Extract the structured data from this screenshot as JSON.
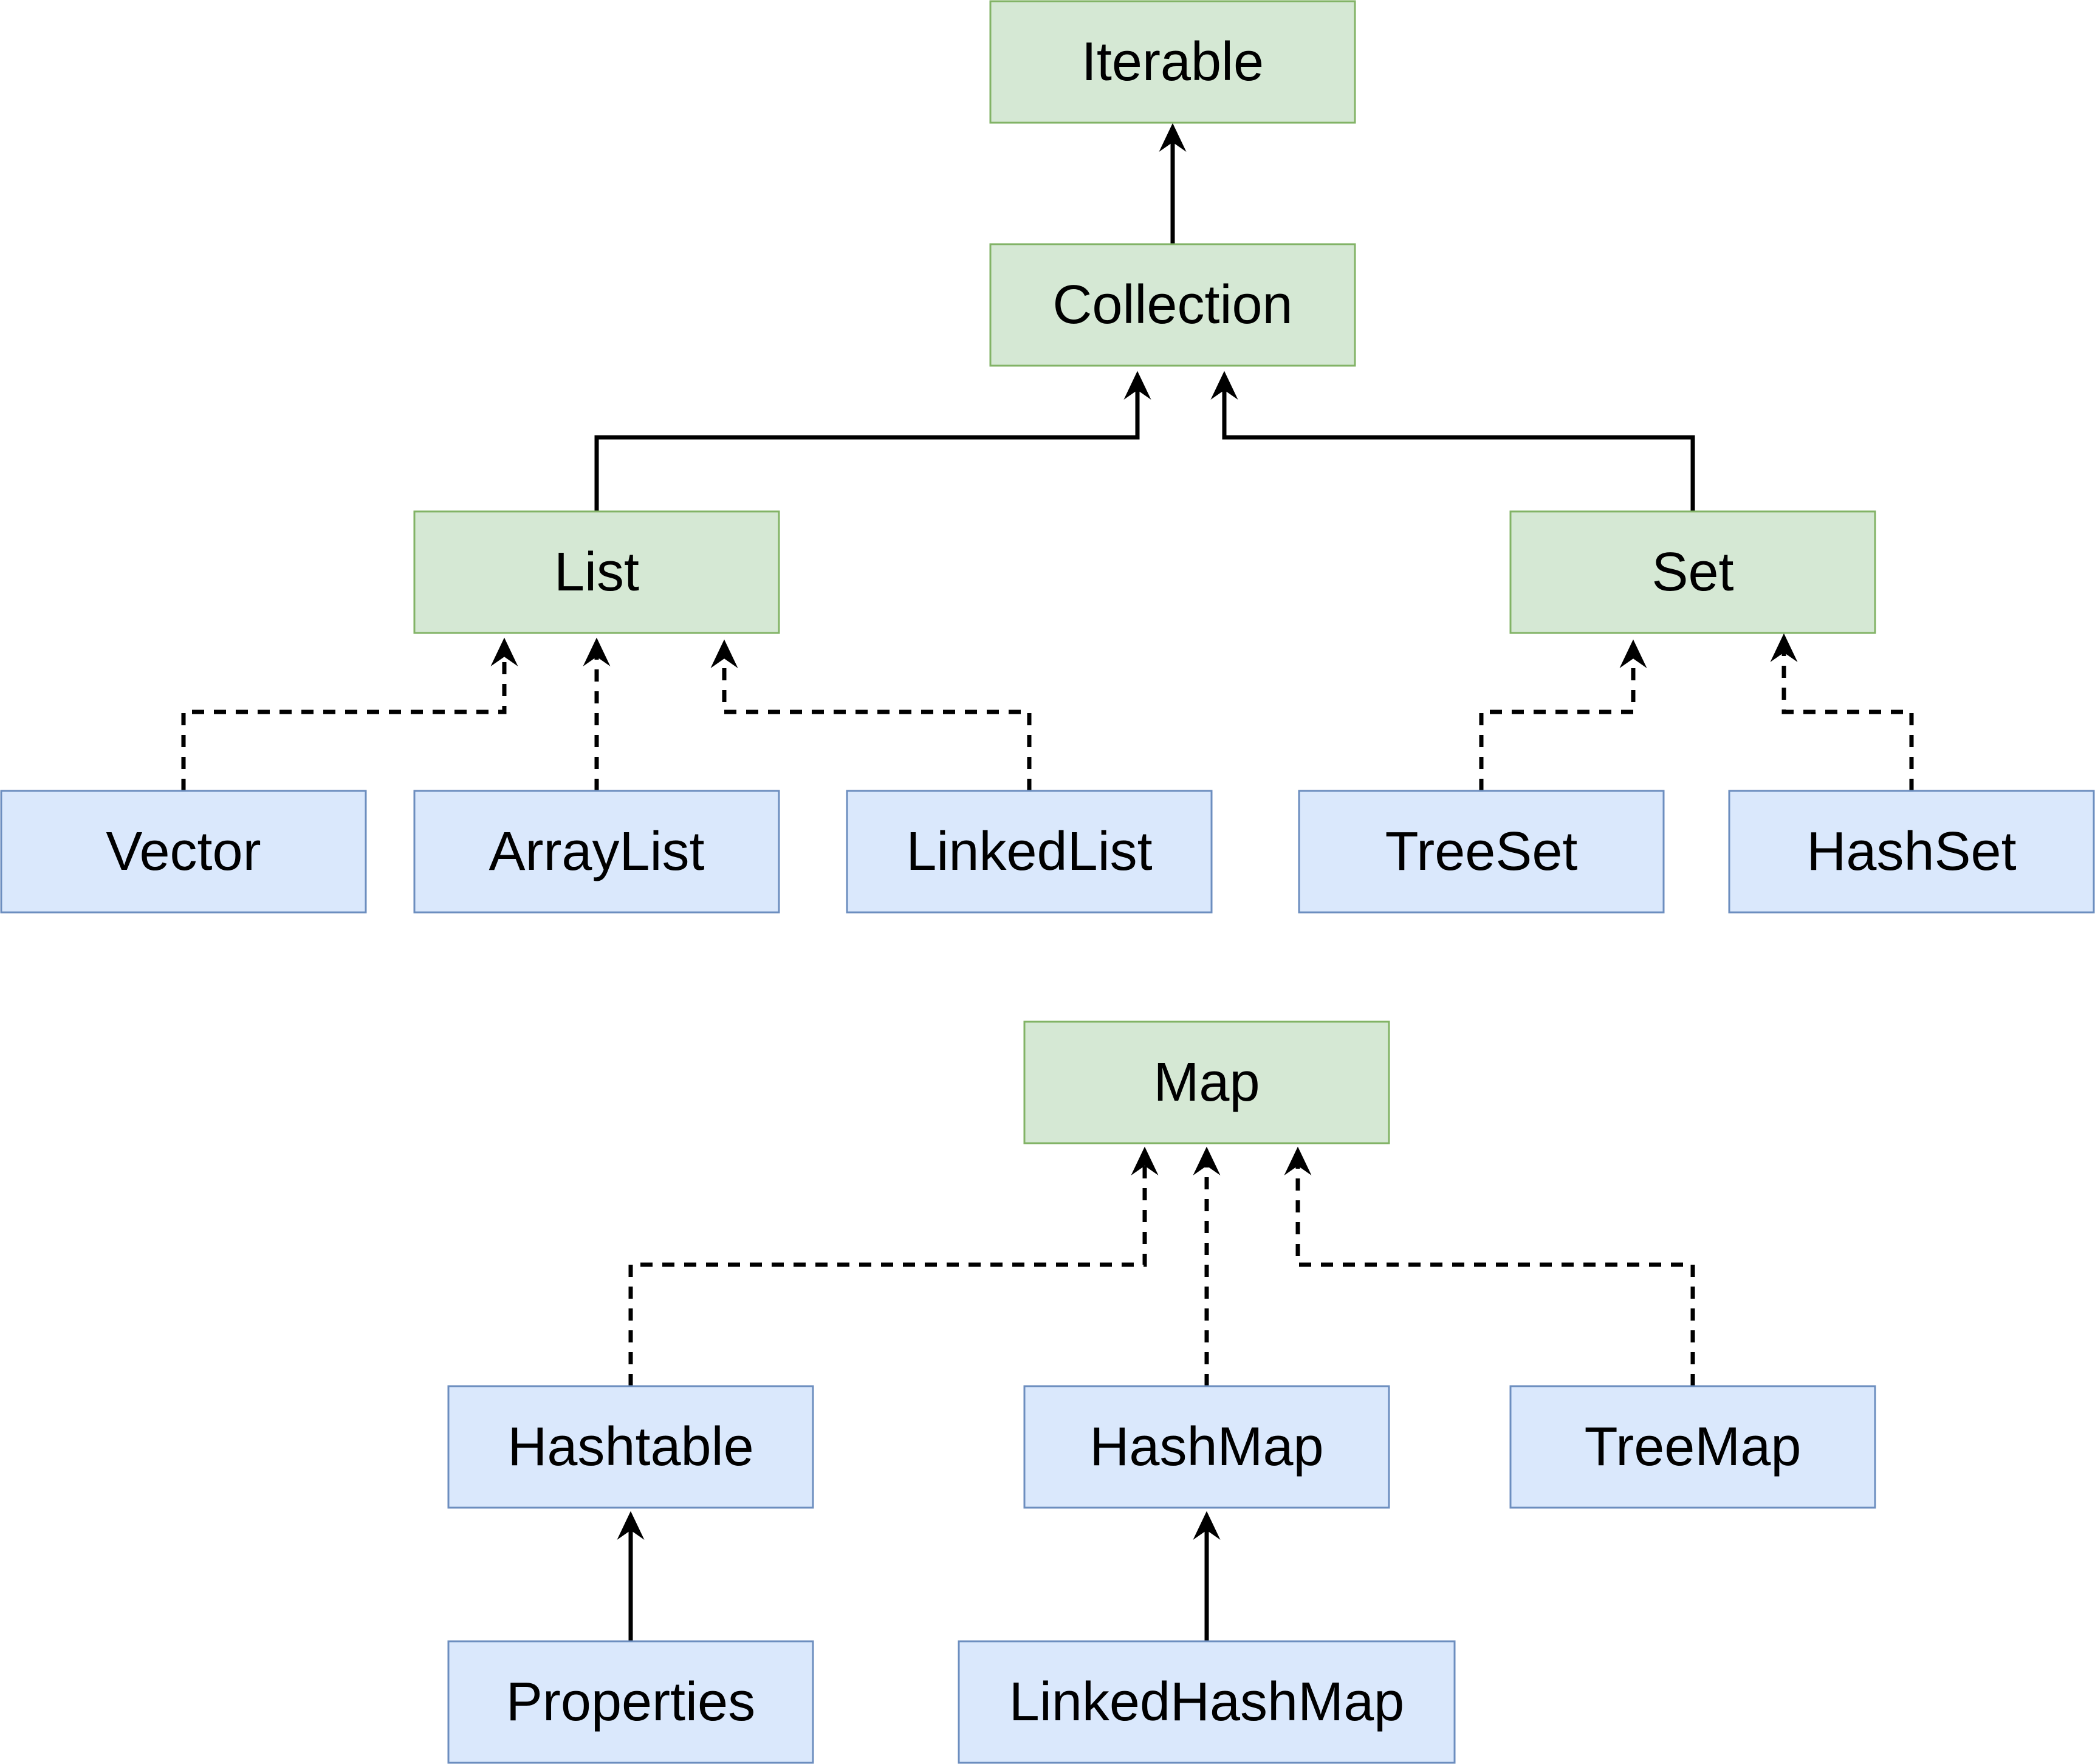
{
  "colors": {
    "interface_fill": "#d5e8d4",
    "interface_stroke": "#82b366",
    "class_fill": "#dae8fc",
    "class_stroke": "#6c8ebf",
    "edge": "#000000"
  },
  "nodes": {
    "iterable": {
      "label": "Iterable",
      "kind": "interface"
    },
    "collection": {
      "label": "Collection",
      "kind": "interface"
    },
    "list": {
      "label": "List",
      "kind": "interface"
    },
    "set": {
      "label": "Set",
      "kind": "interface"
    },
    "vector": {
      "label": "Vector",
      "kind": "class"
    },
    "arraylist": {
      "label": "ArrayList",
      "kind": "class"
    },
    "linkedlist": {
      "label": "LinkedList",
      "kind": "class"
    },
    "treeset": {
      "label": "TreeSet",
      "kind": "class"
    },
    "hashset": {
      "label": "HashSet",
      "kind": "class"
    },
    "map": {
      "label": "Map",
      "kind": "interface"
    },
    "hashtable": {
      "label": "Hashtable",
      "kind": "class"
    },
    "hashmap": {
      "label": "HashMap",
      "kind": "class"
    },
    "treemap": {
      "label": "TreeMap",
      "kind": "class"
    },
    "properties": {
      "label": "Properties",
      "kind": "class"
    },
    "linkedhashmap": {
      "label": "LinkedHashMap",
      "kind": "class"
    }
  },
  "edges": [
    {
      "from": "collection",
      "to": "iterable",
      "style": "solid"
    },
    {
      "from": "list",
      "to": "collection",
      "style": "solid"
    },
    {
      "from": "set",
      "to": "collection",
      "style": "solid"
    },
    {
      "from": "vector",
      "to": "list",
      "style": "dashed"
    },
    {
      "from": "arraylist",
      "to": "list",
      "style": "dashed"
    },
    {
      "from": "linkedlist",
      "to": "list",
      "style": "dashed"
    },
    {
      "from": "treeset",
      "to": "set",
      "style": "dashed"
    },
    {
      "from": "hashset",
      "to": "set",
      "style": "dashed"
    },
    {
      "from": "hashtable",
      "to": "map",
      "style": "dashed"
    },
    {
      "from": "hashmap",
      "to": "map",
      "style": "dashed"
    },
    {
      "from": "treemap",
      "to": "map",
      "style": "dashed"
    },
    {
      "from": "properties",
      "to": "hashtable",
      "style": "solid"
    },
    {
      "from": "linkedhashmap",
      "to": "hashmap",
      "style": "solid"
    }
  ]
}
